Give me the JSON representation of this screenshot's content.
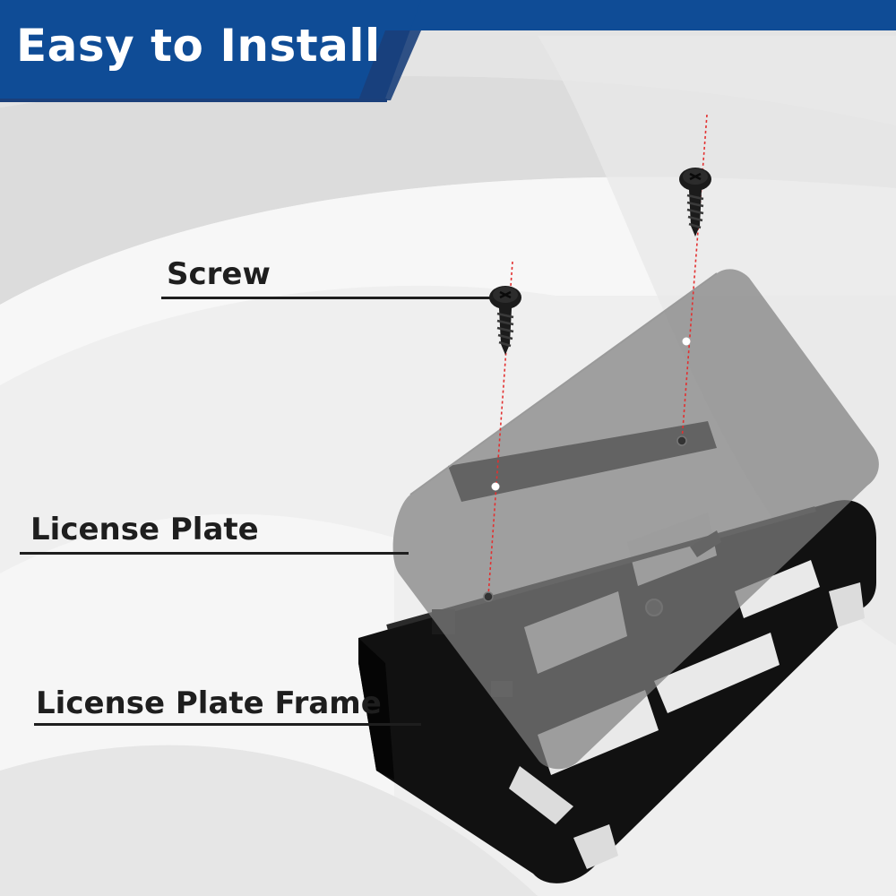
{
  "banner": {
    "title": "Easy to Install",
    "color": "#0f4c96",
    "accent_color": "#1a3f7a"
  },
  "callouts": {
    "screw": "Screw",
    "license_plate": "License Plate",
    "license_plate_frame": "License Plate Frame"
  },
  "colors": {
    "frame": "#111111",
    "plate": "#808080",
    "guide_line": "#e33030",
    "background": "#f2f2f2"
  },
  "icons": {
    "screw": "phillips-screw-icon"
  }
}
